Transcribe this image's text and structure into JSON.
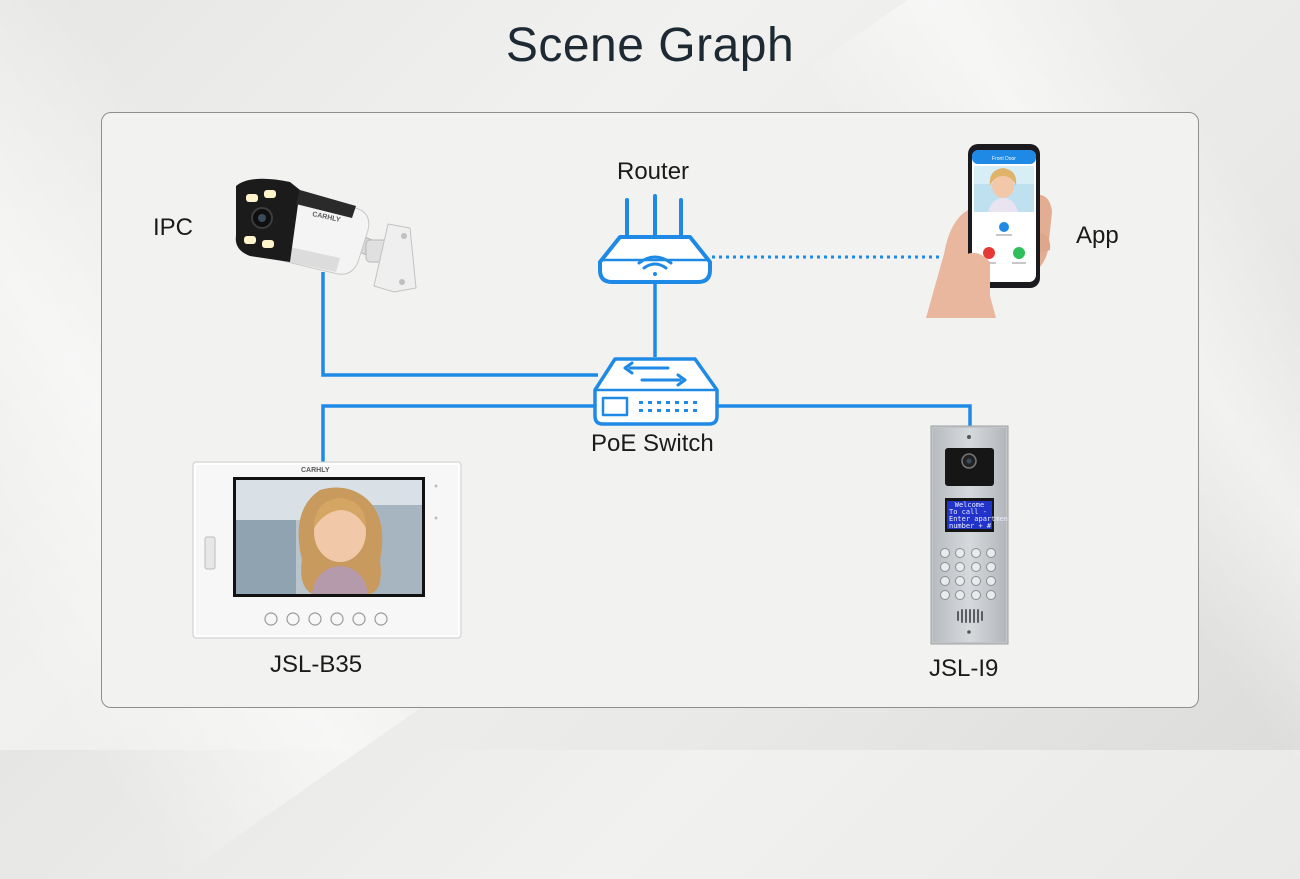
{
  "title": "Scene Graph",
  "nodes": {
    "ipc": {
      "label": "IPC",
      "brand": "CARHLY"
    },
    "router": {
      "label": "Router"
    },
    "app": {
      "label": "App",
      "screen_title": "Front Door"
    },
    "poe_switch": {
      "label": "PoE Switch"
    },
    "indoor_monitor": {
      "label": "JSL-B35",
      "brand": "CARHLY"
    },
    "door_station": {
      "label": "JSL-I9",
      "lcd_lines": [
        "Welcome",
        "To call -",
        "Enter apartment",
        "number + #"
      ]
    }
  },
  "colors": {
    "link": "#1e8ae6",
    "accent": "#1e8ae6",
    "title": "#1e2a33",
    "panel_border": "#8f8f8f"
  }
}
